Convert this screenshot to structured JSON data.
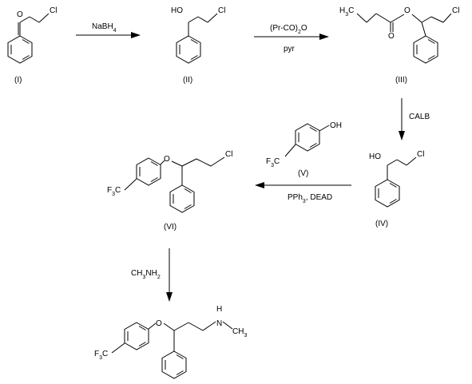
{
  "compounds": {
    "c1": {
      "label": "(I)",
      "atom_o": "O",
      "atom_cl": "Cl"
    },
    "c2": {
      "label": "(II)",
      "atom_oh": "HO",
      "atom_cl": "Cl"
    },
    "c3": {
      "label": "(III)",
      "atom_h3c": "H3C",
      "atom_o1": "O",
      "atom_o2": "O",
      "atom_cl": "Cl"
    },
    "c4": {
      "label": "(IV)",
      "atom_oh": "HO",
      "atom_cl": "Cl"
    },
    "c5": {
      "label": "(V)",
      "atom_oh": "OH",
      "atom_cf3": "F3C"
    },
    "c6": {
      "label": "(VI)",
      "atom_cf3": "F3C",
      "atom_o": "O",
      "atom_cl": "Cl"
    },
    "product": {
      "atom_cf3": "F3C",
      "atom_o": "O",
      "atom_nh": "N",
      "atom_h": "H",
      "atom_ch3": "CH3"
    }
  },
  "reagents": {
    "step1": "NaBH4",
    "step2_top": "(Pr-CO)2O",
    "step2_bottom": "pyr",
    "step3": "CALB",
    "step4": "PPh3, DEAD",
    "step5": "CH3NH2"
  }
}
